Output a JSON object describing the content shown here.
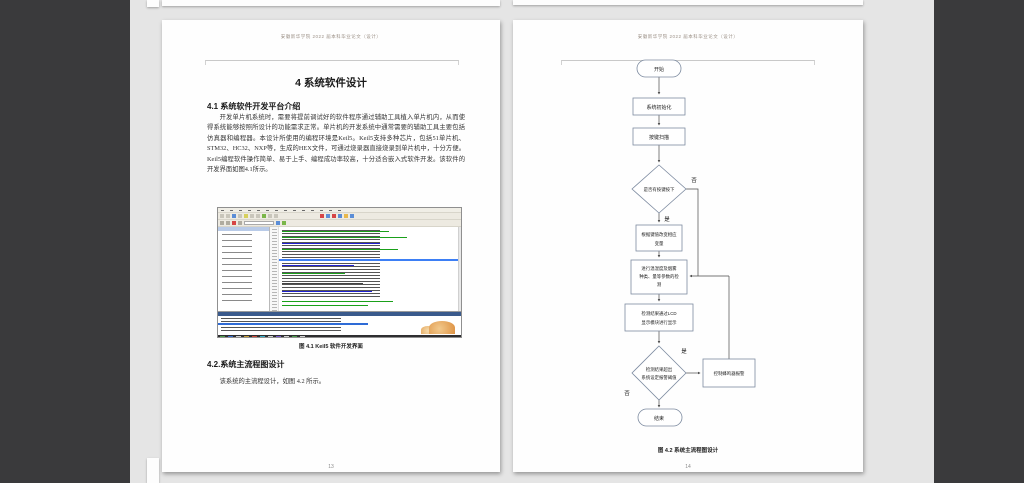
{
  "header": {
    "text": "安徽新华学院 2022 届本科毕业论文（设计）"
  },
  "page_left": {
    "title": "4 系统软件设计",
    "section1": "4.1  系统软件开发平台介绍",
    "para1": "开发单片机系统时，需要将提前调试好的软件程序通过辅助工具植入单片机内，从而使得系统能够按照所设计的功能需求正常。单片机的开发系统中通常需要的辅助工具主要包括仿真器和编程器。本设计所使用的编程环境是Keil5。Keil5支持多种芯片，包括51单片机、STM32、HC32、NXP等，生成的HEX文件，可通过烧录器直接烧录到单片机中，十分方便。Keil5编程软件操作简单、易于上手、编程成功率较高，十分适合嵌入式软件开发。该软件的开发界面如图4.1所示。",
    "figure1_caption": "图 4.1 Keil5 软件开发界面",
    "section2": "4.2.系统主流程图设计",
    "para2": "该系统的主流程设计，如图 4.2 所示。",
    "page_number": "13"
  },
  "page_right": {
    "figure2_caption": "图 4.2  系统主流程图设计",
    "page_number": "14",
    "flowchart": {
      "start": "开始",
      "init": "系统初始化",
      "scan": "按键扫描",
      "d1": "是否有按键按下",
      "d1_no": "否",
      "d1_yes": "是",
      "keyvar_l1": "根据键值改变相应",
      "keyvar_l2": "变量",
      "detect_l1": "进行温湿度及烟雾",
      "detect_l2": "种类、量等参数的检",
      "detect_l3": "测",
      "lcd_l1": "检测结果通过LCD",
      "lcd_l2": "显示模块进行显示",
      "d2_l1": "检测结果超出",
      "d2_l2": "系统设定报警阈值",
      "d2_yes": "是",
      "d2_no": "否",
      "buzzer": "控制蜂鸣器报警",
      "end": "结束"
    }
  }
}
